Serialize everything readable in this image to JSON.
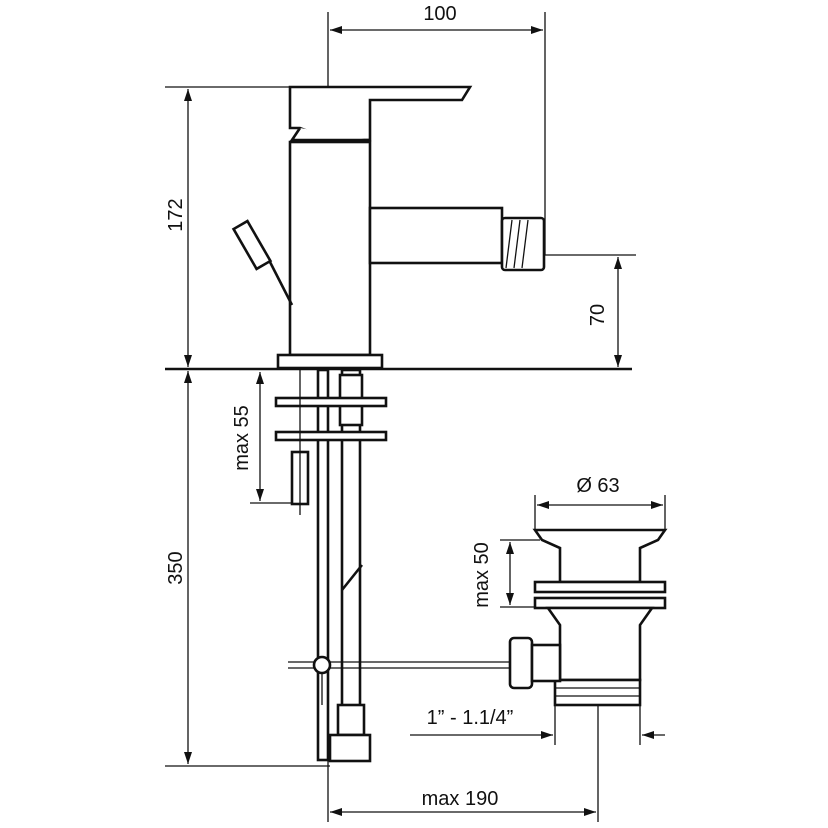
{
  "dimensions": {
    "spout_reach": "100",
    "total_height": "172",
    "spout_height": "70",
    "max_deck_thickness": "max 55",
    "hose_length": "350",
    "drain_diameter": "Ø 63",
    "drain_max_thickness": "max 50",
    "drain_thread": "1” - 1.1/4”",
    "max_rod_length": "max 190"
  }
}
